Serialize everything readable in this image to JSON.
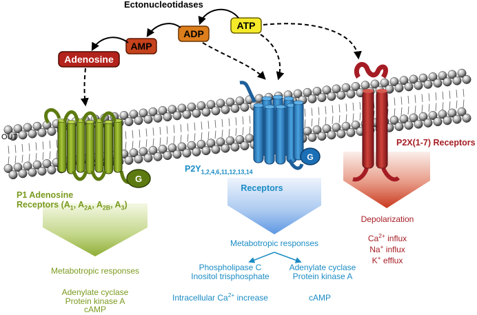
{
  "enzyme_label": "Ectonucleotidases",
  "nucleotides": {
    "atp": "ATP",
    "adp": "ADP",
    "amp": "AMP",
    "adenosine": "Adenosine"
  },
  "membrane_side_label": "OUT",
  "g_protein_label": "G",
  "p1": {
    "line1": "P1 Adenosine",
    "line2_prefix": "Receptors (A",
    "sub1": "1",
    "sep1": ", A",
    "sub2": "2A",
    "sep2": ", A",
    "sub3": "2B",
    "sep3": ", A",
    "sub4": "3",
    "line2_suffix": ")",
    "response": "Metabotropic responses",
    "effect1": "Adenylate cyclase",
    "effect2": "Protein kinase A",
    "effect3": "cAMP"
  },
  "p2y": {
    "name": "P2Y",
    "subtypes": "1,2,4,6,11,12,13,14",
    "line2": "Receptors",
    "response": "Metabotropic responses",
    "left_effect1": "Phospholipase C",
    "left_effect2": "Inositol trisphosphate",
    "right_effect1": "Adenylate cyclase",
    "right_effect2": "Protein kinase A",
    "left_effect3_prefix": "Intracellular Ca",
    "left_effect3_sup": "2+",
    "left_effect3_suffix": " increase",
    "right_effect3": "cAMP"
  },
  "p2x": {
    "name": "P2X(1-7) Receptors",
    "response": "Depolarization",
    "ion1": "Ca",
    "ion1_sup": "2+",
    "ion1_text": " influx",
    "ion2": "Na",
    "ion2_sup": "+",
    "ion2_text": " influx",
    "ion3": "K",
    "ion3_sup": "+",
    "ion3_text": " efflux"
  },
  "colors": {
    "p1": "#7a9a1e",
    "p2y": "#1a8bc4",
    "p2x": "#a51c24",
    "atp": "#f5ea2a",
    "adp": "#dd7e1c",
    "amp": "#c5421c",
    "adenosine": "#b3221c"
  }
}
